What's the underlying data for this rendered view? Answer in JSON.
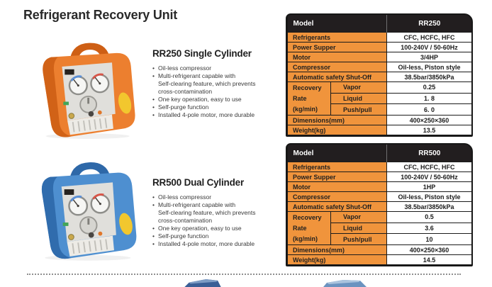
{
  "page": {
    "title": "Refrigerant Recovery Unit",
    "bullet": "•",
    "colors": {
      "accent_orange": "#f0943c",
      "table_header_bg": "#221e1f",
      "table_border": "#1b1b1b",
      "product_orange": "#ec7f2f",
      "product_blue": "#4e8fd0",
      "sticker_yellow": "#f2c72e"
    }
  },
  "products": [
    {
      "heading": "RR250 Single Cylinder",
      "image_name": "orange-recovery-unit-photo",
      "features": [
        "Oil-less compressor",
        "Multi-refrigerant capable with\nSelf-clearing feature, which prevents\ncross-contamination",
        "One key operation, easy to use",
        "Self-purge function",
        "Installed 4-pole motor, more durable"
      ],
      "image_colors": {
        "body": "#ec7f2f",
        "body_dark": "#ce5f15",
        "panel": "#e0dfdb",
        "sticker": "#f2c72e",
        "gauge_left": "#5b8fd6",
        "gauge_right": "#d95548"
      }
    },
    {
      "heading": "RR500 Dual Cylinder",
      "image_name": "blue-recovery-unit-photo",
      "features": [
        "Oil-less compressor",
        "Multi-refrigerant capable with\nSelf-clearing feature, which prevents\ncross-contamination",
        "One key operation, easy to use",
        "Self-purge function",
        "Installed 4-pole motor, more durable"
      ],
      "image_colors": {
        "body": "#4e8fd0",
        "body_dark": "#2e68a8",
        "panel": "#e0dfdb",
        "sticker": "#f2c72e",
        "gauge_left": "#5b8fd6",
        "gauge_right": "#d95548"
      }
    }
  ],
  "tables": [
    {
      "header": {
        "model_label": "Model",
        "model_value": "RR250"
      },
      "rows": [
        {
          "label": "Refrigerants",
          "value": "CFC, HCFC, HFC"
        },
        {
          "label": "Power Supper",
          "value": "100-240V / 50-60Hz"
        },
        {
          "label": "Motor",
          "value": "3/4HP"
        },
        {
          "label": "Compressor",
          "value": "Oil-less, Piston style"
        },
        {
          "label": "Automatic safety Shut-Off",
          "value": "38.5bar/3850kPa"
        }
      ],
      "recovery": {
        "label_lines": [
          "Recovery",
          "Rate",
          "(kg/min)"
        ],
        "subrows": [
          {
            "label": "Vapor",
            "value": "0.25"
          },
          {
            "label": "Liquid",
            "value": "1. 8"
          },
          {
            "label": "Push/pull",
            "value": "6. 0"
          }
        ]
      },
      "bottom_rows": [
        {
          "label": "Dimensions(mm)",
          "value": "400×250×360"
        },
        {
          "label": "Weight(kg)",
          "value": "13.5"
        }
      ]
    },
    {
      "header": {
        "model_label": "Model",
        "model_value": "RR500"
      },
      "rows": [
        {
          "label": "Refrigerants",
          "value": "CFC, HCFC, HFC"
        },
        {
          "label": "Power Supper",
          "value": "100-240V / 50-60Hz"
        },
        {
          "label": "Motor",
          "value": "1HP"
        },
        {
          "label": "Compressor",
          "value": "Oil-less, Piston style"
        },
        {
          "label": "Automatic safety Shut-Off",
          "value": "38.5bar/3850kPa"
        }
      ],
      "recovery": {
        "label_lines": [
          "Recovery",
          "Rate",
          "(kg/min)"
        ],
        "subrows": [
          {
            "label": "Vapor",
            "value": "0.5"
          },
          {
            "label": "Liquid",
            "value": "3.6"
          },
          {
            "label": "Push/pull",
            "value": "10"
          }
        ]
      },
      "bottom_rows": [
        {
          "label": "Dimensions(mm)",
          "value": "400×250×360"
        },
        {
          "label": "Weight(kg)",
          "value": "14.5"
        }
      ]
    }
  ]
}
